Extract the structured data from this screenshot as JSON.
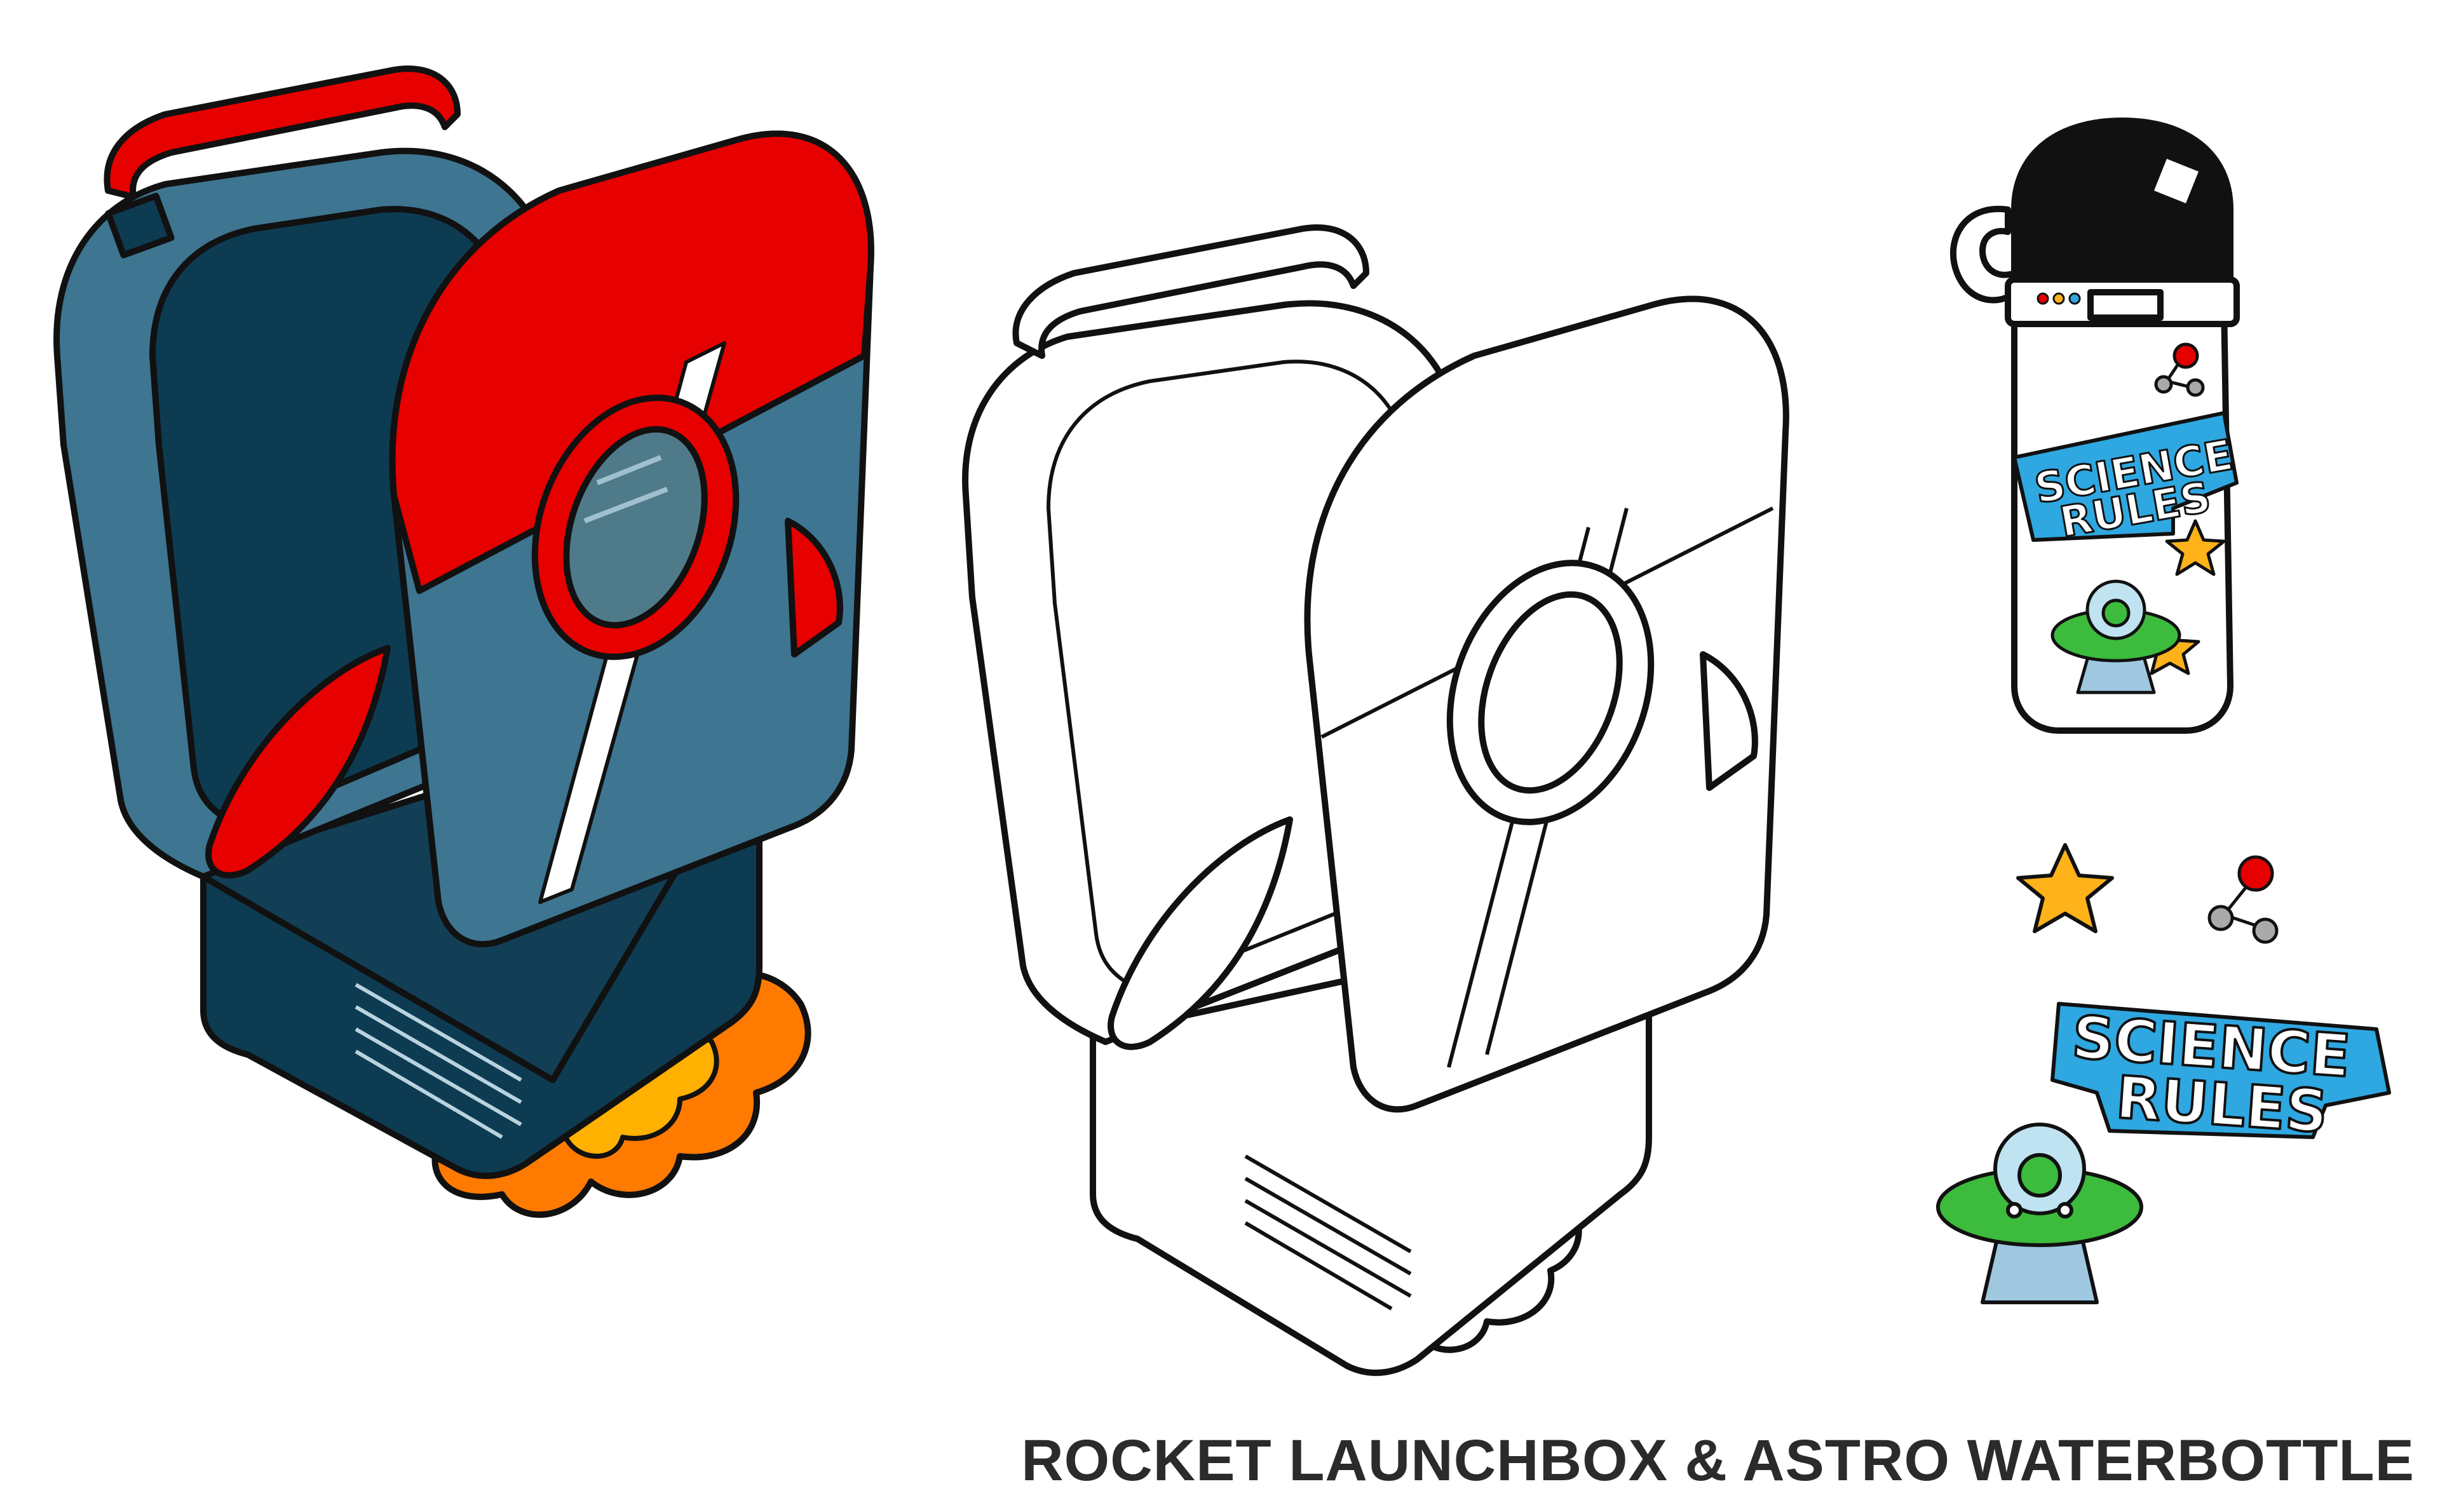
{
  "caption": "ROCKET LAUNCHBOX & ASTRO WATERBOTTLE",
  "stickers": {
    "bottle_line1": "SCIENCE",
    "bottle_line2": "RULES",
    "loose_line1": "SCIENCE",
    "loose_line2": "RULES"
  },
  "colors": {
    "outline": "#111111",
    "rocket_dark": "#0d3b52",
    "rocket_mid": "#3e7591",
    "rocket_red": "#e60000",
    "flame_orange": "#ff7a00",
    "flame_yellow": "#ffb000",
    "sticker_blue": "#2fa7e0",
    "star_yellow": "#ffb21a",
    "ufo_green": "#3dbb3d"
  }
}
